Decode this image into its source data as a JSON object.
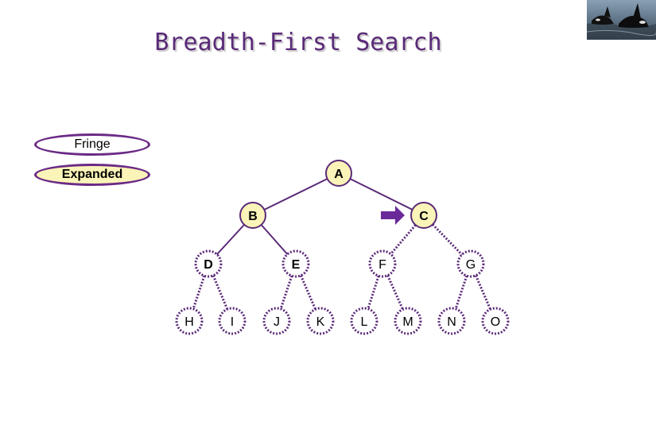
{
  "title": "Breadth-First Search",
  "legend": {
    "fringe_label": "Fringe",
    "expanded_label": "Expanded"
  },
  "colors": {
    "edge": "#5a2a78",
    "node_border": "#5a2a78",
    "expanded_fill": "#fbf4b8",
    "fringe_fill": "#ffffff",
    "pointer": "#6b2a9a"
  },
  "tree": {
    "nodes": [
      {
        "id": "A",
        "label": "A",
        "state": "expanded",
        "bold": true
      },
      {
        "id": "B",
        "label": "B",
        "state": "expanded",
        "bold": true
      },
      {
        "id": "C",
        "label": "C",
        "state": "expanded",
        "bold": true,
        "current": true
      },
      {
        "id": "D",
        "label": "D",
        "state": "fringe",
        "bold": true
      },
      {
        "id": "E",
        "label": "E",
        "state": "fringe",
        "bold": true
      },
      {
        "id": "F",
        "label": "F",
        "state": "fringe",
        "bold": false
      },
      {
        "id": "G",
        "label": "G",
        "state": "fringe",
        "bold": false
      },
      {
        "id": "H",
        "label": "H",
        "state": "fringe",
        "bold": false
      },
      {
        "id": "I",
        "label": "I",
        "state": "fringe",
        "bold": false
      },
      {
        "id": "J",
        "label": "J",
        "state": "fringe",
        "bold": false
      },
      {
        "id": "K",
        "label": "K",
        "state": "fringe",
        "bold": false
      },
      {
        "id": "L",
        "label": "L",
        "state": "fringe",
        "bold": false
      },
      {
        "id": "M",
        "label": "M",
        "state": "fringe",
        "bold": false
      },
      {
        "id": "N",
        "label": "N",
        "state": "fringe",
        "bold": false
      },
      {
        "id": "O",
        "label": "O",
        "state": "fringe",
        "bold": false
      }
    ],
    "edges": [
      {
        "from": "A",
        "to": "B",
        "style": "solid"
      },
      {
        "from": "A",
        "to": "C",
        "style": "solid"
      },
      {
        "from": "B",
        "to": "D",
        "style": "solid"
      },
      {
        "from": "B",
        "to": "E",
        "style": "solid"
      },
      {
        "from": "C",
        "to": "F",
        "style": "dotted"
      },
      {
        "from": "C",
        "to": "G",
        "style": "dotted"
      },
      {
        "from": "D",
        "to": "H",
        "style": "dotted"
      },
      {
        "from": "D",
        "to": "I",
        "style": "dotted"
      },
      {
        "from": "E",
        "to": "J",
        "style": "dotted"
      },
      {
        "from": "E",
        "to": "K",
        "style": "dotted"
      },
      {
        "from": "F",
        "to": "L",
        "style": "dotted"
      },
      {
        "from": "F",
        "to": "M",
        "style": "dotted"
      },
      {
        "from": "G",
        "to": "N",
        "style": "dotted"
      },
      {
        "from": "G",
        "to": "O",
        "style": "dotted"
      }
    ]
  }
}
